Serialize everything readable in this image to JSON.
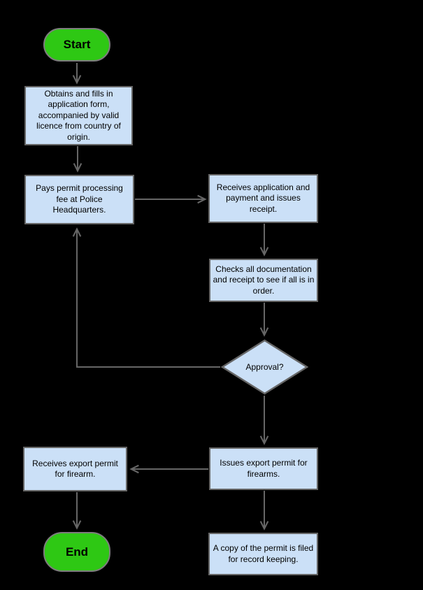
{
  "flowchart": {
    "terminals": {
      "start": "Start",
      "end": "End"
    },
    "processes": {
      "obtain_form": "Obtains and fills in\napplication form,\naccompanied by valid\nlicence from country of\norigin.",
      "pay_fee": "Pays permit processing\nfee at Police\nHeadquarters.",
      "receive_payment": "Receives application and\npayment and issues\nreceipt.",
      "check_docs": "Checks all documentation\nand receipt to see if all is in\norder.",
      "issue_permit": "Issues export permit for\nfirearms.",
      "receive_permit": "Receives export permit\nfor firearm.",
      "file_copy": "A copy of the permit is filed\nfor record keeping."
    },
    "decisions": {
      "approval": "Approval?"
    },
    "colors": {
      "canvas_bg": "#000000",
      "terminal_fill": "#2ec814",
      "terminal_border": "#7d7d7d",
      "process_fill": "#cbe0f7",
      "shape_border": "#666666",
      "arrow": "#666666",
      "text": "#000000"
    }
  }
}
